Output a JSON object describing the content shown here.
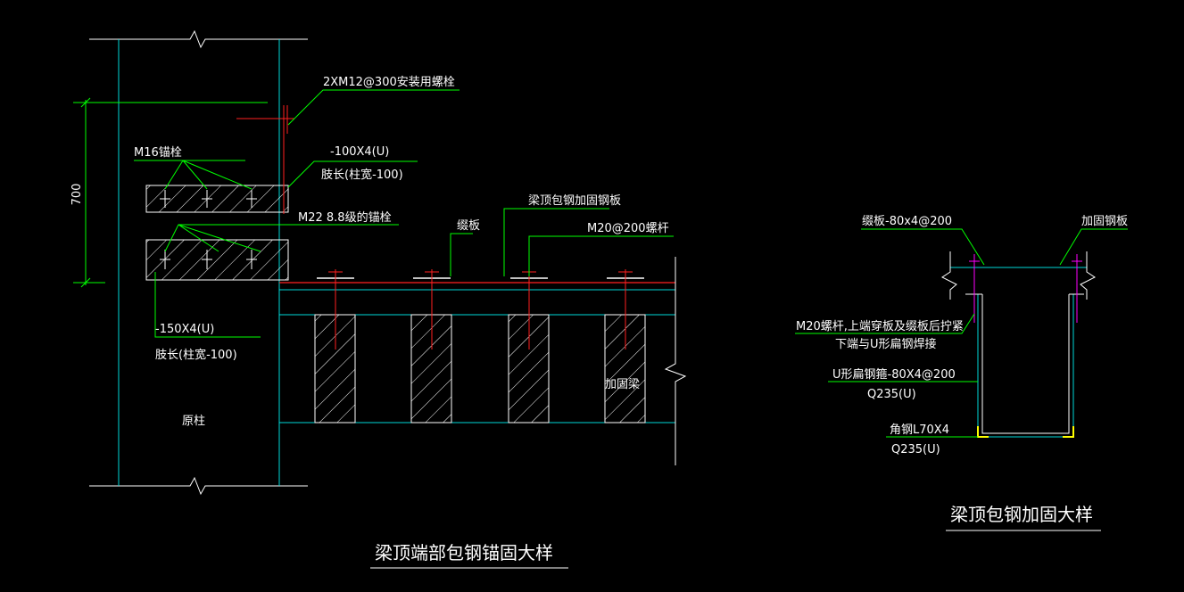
{
  "colors": {
    "background": "#000000",
    "cyan": "#00d8d8",
    "white": "#ffffff",
    "green": "#00ff00",
    "red": "#ff2020",
    "magenta": "#ff00ff",
    "yellow": "#ffff00"
  },
  "left_detail": {
    "dimension": "700",
    "labels": {
      "bolt_2xm12": "2XM12@300安装用螺栓",
      "anchor_m16": "M16锚栓",
      "plate_100x4": "-100X4(U)",
      "length_100": "肢长(柱宽-100)",
      "anchor_m22": "M22 8.8级的锚栓",
      "batten": "缀板",
      "top_plate": "梁顶包钢加固钢板",
      "screw_m20": "M20@200螺杆",
      "plate_150x4": "-150X4(U)",
      "length_150": "肢长(柱宽-100)",
      "reinforced_beam": "加固梁",
      "original_column": "原柱"
    },
    "title": "梁顶端部包钢锚固大样"
  },
  "right_detail": {
    "labels": {
      "batten_80x4": "缀板-80x4@200",
      "reinforce_plate": "加固钢板",
      "m20_note_1": "M20螺杆,上端穿板及缀板后拧紧",
      "m20_note_2": "下端与U形扁钢焊接",
      "u_flat_steel": "U形扁钢箍-80X4@200",
      "q235_1": "Q235(U)",
      "angle_steel": "角钢L70X4",
      "q235_2": "Q235(U)"
    },
    "title": "梁顶包钢加固大样"
  }
}
